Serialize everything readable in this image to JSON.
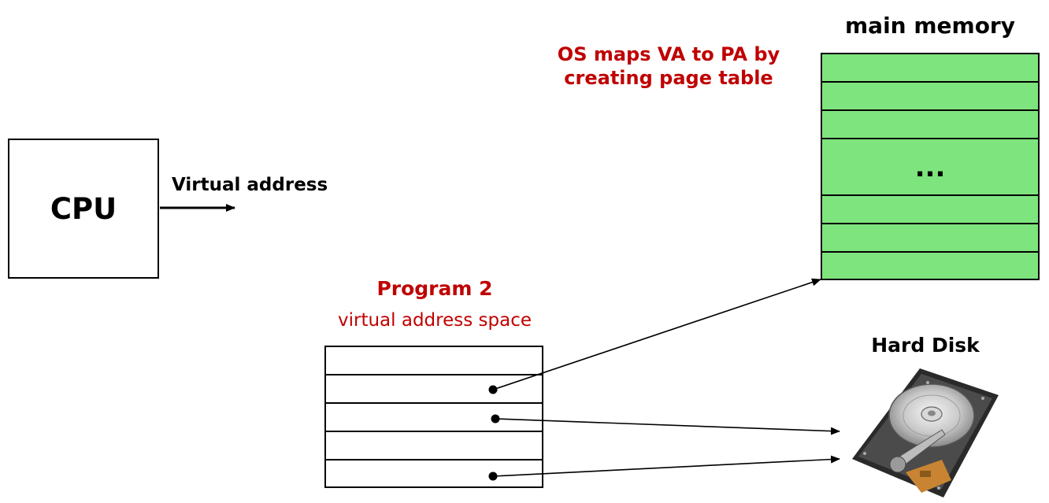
{
  "cpu": {
    "label": "CPU"
  },
  "cpu_output": {
    "label": "Virtual address"
  },
  "os_note": {
    "line1": "OS maps VA to PA by",
    "line2": "creating page table"
  },
  "main_memory": {
    "title": "main memory",
    "ellipsis": "...",
    "rows": 7
  },
  "program": {
    "title": "Program 2",
    "subtitle": "virtual address space",
    "rows": 5
  },
  "hard_disk": {
    "title": "Hard Disk"
  },
  "colors": {
    "memory_fill": "#7ee47e",
    "highlight_text": "#c00000",
    "stroke": "#000000"
  }
}
